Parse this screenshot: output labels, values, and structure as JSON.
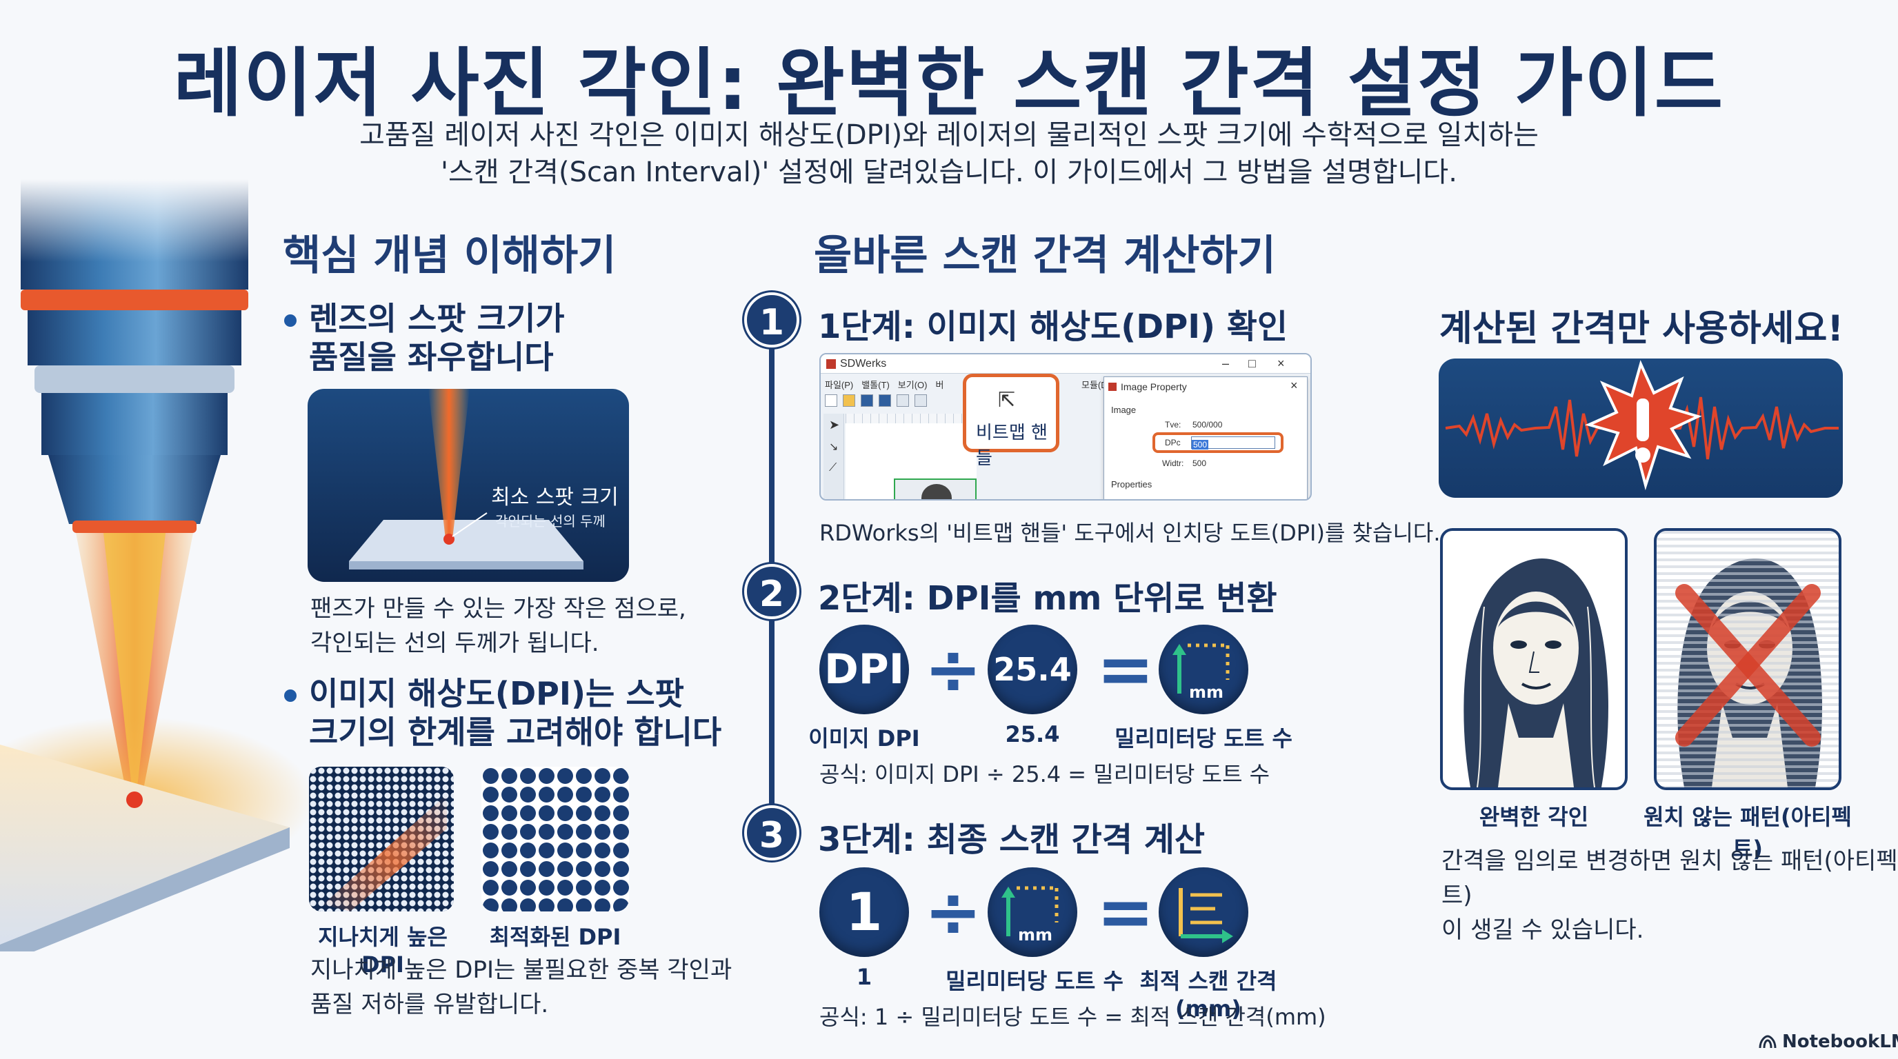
{
  "title": "레이저 사진 각인: 완벽한 스캔 간격 설정 가이드",
  "subtitle": {
    "line1": "고품질 레이저 사진 각인은 이미지 해상도(DPI)와 레이저의 물리적인 스팟 크기에 수학적으로 일치하는",
    "line2": "'스캔 간격(Scan Interval)' 설정에 달려있습니다. 이 가이드에서 그 방법을 설명합니다."
  },
  "left": {
    "heading": "핵심 개념 이해하기",
    "bullet1": {
      "line1": "렌즈의 스팟 크기가",
      "line2": "품질을 좌우합니다"
    },
    "spot_label": "최소 스팟 크기",
    "spot_sublabel": "각인되는 선의 두께",
    "desc1": {
      "line1": "팬즈가 만들 수 있는 가장 작은 점으로,",
      "line2": "각인되는 선의 두께가 됩니다."
    },
    "bullet2": {
      "line1": "이미지 해상도(DPI)는 스팟",
      "line2": "크기의 한계를 고려해야 합니다"
    },
    "tile1_caption": "지나치게 높은 DPI",
    "tile2_caption": "최적화된 DPI",
    "desc2": {
      "line1": "지나치게 높은 DPI는 불필요한 중복 각인과",
      "line2": "품질 저하를 유발합니다."
    }
  },
  "middle": {
    "heading": "올바른 스캔 간격 계산하기",
    "step1": {
      "number": "1",
      "title": "1단계: 이미지 해상도(DPI) 확인",
      "caption": "RDWorks의 '비트맵 핸들' 도구에서 인치당 도트(DPI)를 찾습니다.",
      "window_title": "SDWerks",
      "menu": [
        "파일(P)",
        "밸톨(T)",
        "보기(O)",
        "버"
      ],
      "menu_right": "모듈(D)",
      "bitmap_button": "비트맵 핸들",
      "dialog_title": "Image Property",
      "dialog_group": "Image",
      "type_label": "Tve:",
      "type_value": "500/000",
      "dpi_label": "DPc",
      "dpi_value": "500",
      "width_label": "Widtr:",
      "width_value": "500",
      "properties_label": "Properties"
    },
    "step2": {
      "number": "2",
      "title": "2단계: DPI를 mm 단위로 변환",
      "op1": "DPI",
      "divide": "÷",
      "op2": "25.4",
      "equals": "=",
      "result_unit": "mm",
      "label1": "이미지 DPI",
      "label2": "25.4",
      "label3": "밀리미터당 도트 수",
      "formula": "공식: 이미지 DPI ÷ 25.4 = 밀리미터당 도트 수"
    },
    "step3": {
      "number": "3",
      "title": "3단계: 최종 스캔 간격 계산",
      "op1": "1",
      "divide": "÷",
      "op2_unit": "mm",
      "equals": "=",
      "label1": "1",
      "label2": "밀리미터당 도트 수",
      "label3": "최적 스캔 간격(mm)",
      "formula": "공식: 1 ÷ 밀리미터당 도트 수 = 최적 스캔 간격(mm)"
    }
  },
  "right": {
    "heading": "계산된 간격만 사용하세요!",
    "caption_good": "완벽한 각인",
    "caption_bad": "원치 않는 패턴(아티펙트)",
    "desc": {
      "line1": "간격을 임의로 변경하면 원치 않는 패턴(아티펙트)",
      "line2": "이 생길 수 있습니다."
    }
  },
  "footer": {
    "brand": "NotebookLM"
  },
  "colors": {
    "navy": "#17305e",
    "accent_red": "#e0452b",
    "panel_blue": "#1c3d72",
    "teal": "#1f8a7a"
  }
}
